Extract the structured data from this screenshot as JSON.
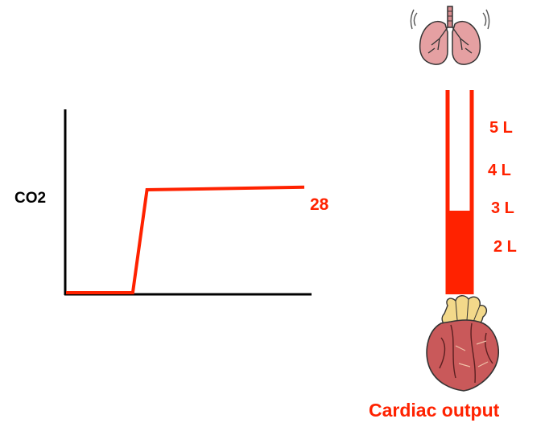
{
  "colors": {
    "accent": "#ff2200",
    "axis": "#000000",
    "caption": "#ff2200"
  },
  "graph": {
    "ylabel": "CO2",
    "value_label": "28"
  },
  "chart_data": {
    "type": "line",
    "title": "",
    "xlabel": "",
    "ylabel": "CO2",
    "x": [
      0,
      0.28,
      0.34,
      1.0
    ],
    "series": [
      {
        "values": [
          0,
          0,
          28,
          28.7
        ]
      }
    ],
    "annotations": [
      "28"
    ],
    "grid": false
  },
  "tube": {
    "levels": [
      "5 L",
      "4 L",
      "3 L",
      "2 L"
    ],
    "fill_level_l": 3
  },
  "icons": {
    "lungs": "lungs-icon",
    "heart": "heart-icon"
  },
  "caption": "Cardiac output"
}
